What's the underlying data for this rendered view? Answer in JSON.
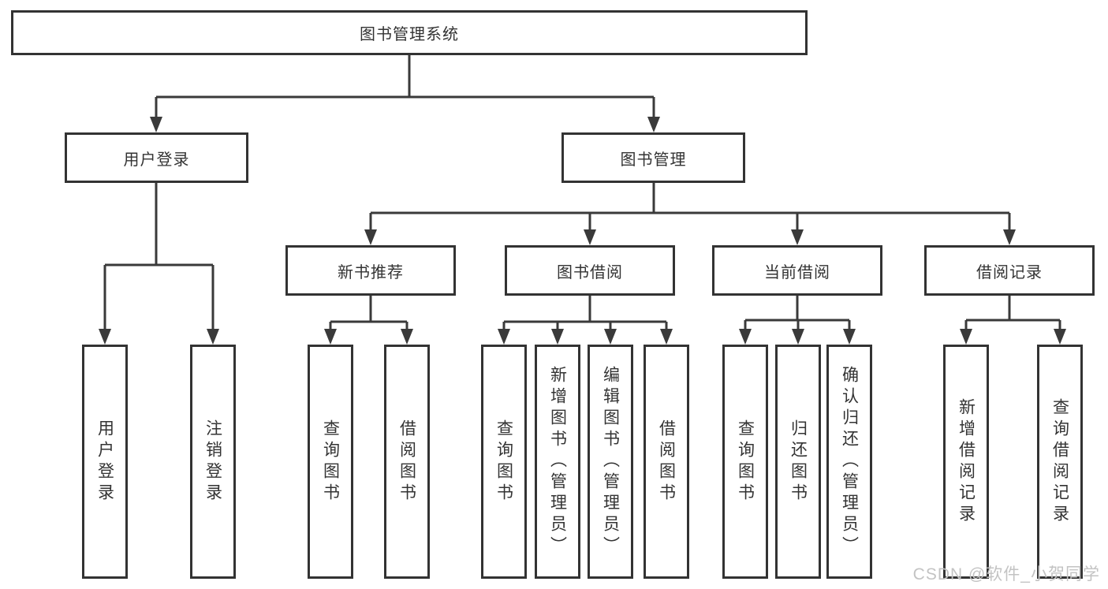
{
  "diagram": {
    "title": "图书管理系统",
    "level2": [
      {
        "label": "用户登录"
      },
      {
        "label": "图书管理"
      }
    ],
    "level3": [
      {
        "label": "新书推荐"
      },
      {
        "label": "图书借阅"
      },
      {
        "label": "当前借阅"
      },
      {
        "label": "借阅记录"
      }
    ],
    "leaves": {
      "user_login": [
        "用户登录",
        "注销登录"
      ],
      "new_book_recommend": [
        "查询图书",
        "借阅图书"
      ],
      "book_borrowing": [
        "查询图书",
        "新增图书（管理员）",
        "编辑图书（管理员）",
        "借阅图书"
      ],
      "current_borrowing": [
        "查询图书",
        "归还图书",
        "确认归还（管理员）"
      ],
      "borrowing_records": [
        "新增借阅记录",
        "查询借阅记录"
      ]
    },
    "colors": {
      "line": "#3a3a3a",
      "box_border": "#333333",
      "text": "#333333",
      "watermark_text": "#c3c3c3",
      "background": "#ffffff"
    }
  },
  "watermark": "CSDN @软件_小贺同学"
}
